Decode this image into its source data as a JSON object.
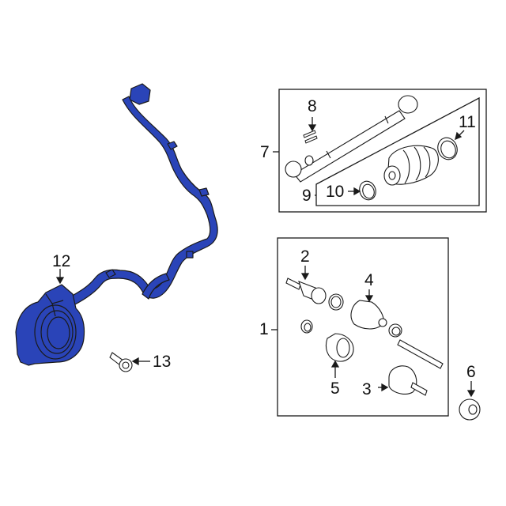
{
  "diagram": {
    "type": "exploded parts diagram",
    "colors": {
      "highlight_fill": "#2a44b8",
      "outline": "#1a1a1a",
      "background": "#ffffff"
    },
    "groups": [
      {
        "label": "7",
        "items": [
          "8",
          "9"
        ],
        "sub_group": {
          "label": "9",
          "items": [
            "10",
            "11"
          ]
        }
      },
      {
        "label": "1",
        "items": [
          "2",
          "3",
          "4",
          "5"
        ]
      }
    ],
    "callouts": {
      "c1": "1",
      "c2": "2",
      "c3": "3",
      "c4": "4",
      "c5": "5",
      "c6": "6",
      "c7": "7",
      "c8": "8",
      "c9": "9",
      "c10": "10",
      "c11": "11",
      "c12": "12",
      "c13": "13"
    },
    "highlighted_part": "12"
  }
}
